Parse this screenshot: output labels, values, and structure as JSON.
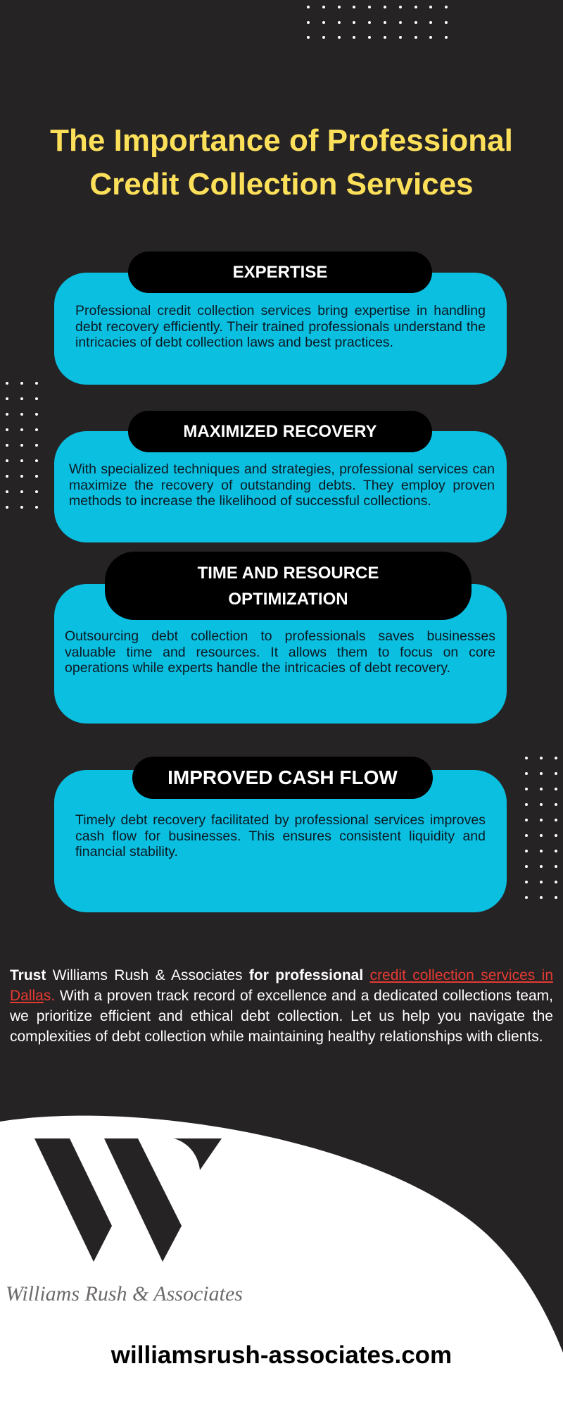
{
  "colors": {
    "background": "#262324",
    "title": "#fde05a",
    "card": "#0bbfe0",
    "pill": "#000000",
    "link": "#e53a32"
  },
  "title": {
    "line1": "The Importance of Professional",
    "line2": "Credit Collection Services"
  },
  "sections": [
    {
      "heading": "EXPERTISE",
      "body": "Professional credit collection services bring expertise in handling debt recovery efficiently. Their trained professionals understand the intricacies of debt collection laws and best practices."
    },
    {
      "heading": "MAXIMIZED RECOVERY",
      "body": "With specialized techniques and strategies, professional services can maximize the recovery of outstanding debts. They employ proven methods to increase the likelihood of successful collections."
    },
    {
      "heading_line1": "TIME AND RESOURCE",
      "heading_line2": "OPTIMIZATION",
      "body": "Outsourcing debt collection to professionals saves businesses valuable time and resources. It allows them to focus on core operations while experts handle the intricacies of debt recovery."
    },
    {
      "heading": "IMPROVED CASH FLOW",
      "body": "Timely debt recovery facilitated by professional services improves cash flow for businesses. This ensures consistent liquidity and financial stability."
    }
  ],
  "footer": {
    "prefix": "Trust ",
    "company": "Williams Rush & Associates",
    "middle": " for professional ",
    "link_text": "credit collection services in Dalla",
    "link_tail": "s.",
    "rest": " With a proven track record of excellence and a dedicated collections team, we prioritize efficient and ethical debt collection. Let us help you navigate the complexities of debt collection while maintaining healthy relationships with clients."
  },
  "logo": {
    "icon": "w-logo-icon",
    "brand_name": "Williams Rush & Associates"
  },
  "website": "williamsrush-associates.com"
}
